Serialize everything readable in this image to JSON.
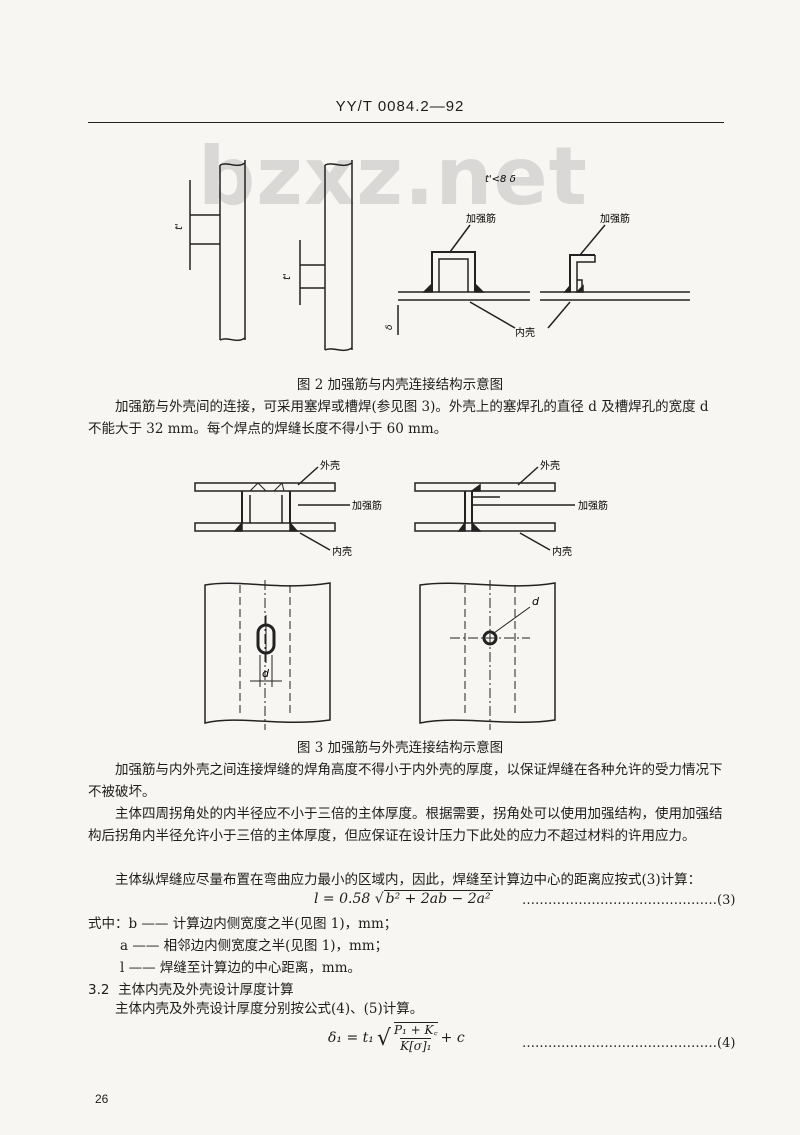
{
  "header": {
    "code": "YY/T 0084.2—92"
  },
  "watermark": {
    "text": "bzxz.net"
  },
  "figure2": {
    "label_t_prime_a": "t'",
    "label_t_prime_b": "t'",
    "label_condition": "t'<8 δ",
    "label_delta": "δ",
    "label_rib_1": "加强筋",
    "label_rib_2": "加强筋",
    "label_inner_shell": "内壳",
    "caption": "图 2  加强筋与内壳连接结构示意图"
  },
  "para1": "加强筋与外壳间的连接，可采用塞焊或槽焊(参见图 3)。外壳上的塞焊孔的直径 d 及槽焊孔的宽度 d 不能大于 32 mm。每个焊点的焊缝长度不得小于 60 mm。",
  "figure3": {
    "label_outer_1": "外壳",
    "label_outer_2": "外壳",
    "label_rib_1": "加强筋",
    "label_rib_2": "加强筋",
    "label_inner_1": "内壳",
    "label_inner_2": "内壳",
    "label_d_1": "d",
    "label_d_2": "d",
    "caption": "图 3  加强筋与外壳连接结构示意图"
  },
  "para2": "加强筋与内外壳之间连接焊缝的焊角高度不得小于内外壳的厚度，以保证焊缝在各种允许的受力情况下不被破坏。",
  "para3": "主体四周拐角处的内半径应不小于三倍的主体厚度。根据需要，拐角处可以使用加强结构，使用加强结构后拐角内半径允许小于三倍的主体厚度，但应保证在设计压力下此处的应力不超过材料的许用应力。",
  "para4": "主体纵焊缝应尽量布置在弯曲应力最小的区域内，因此，焊缝至计算边中心的距离应按式(3)计算：",
  "formula3": {
    "lhs": "l = 0.58",
    "radicand": "b² + 2ab − 2a²",
    "number": "………………………………………(3)"
  },
  "where": {
    "intro": "式中：",
    "b_def": "b —— 计算边内侧宽度之半(见图 1)，mm；",
    "a_def": "a —— 相邻边内侧宽度之半(见图 1)，mm；",
    "l_def": "l —— 焊缝至计算边的中心距离，mm。"
  },
  "section32": {
    "number": "3.2",
    "title": "主体内壳及外壳设计厚度计算"
  },
  "para5": "主体内壳及外壳设计厚度分别按公式(4)、(5)计算。",
  "formula4": {
    "lhs": "δ₁ = t₁",
    "numerator": "P₁ + K꜀",
    "denominator": "K[σ]₁",
    "tail": "+ c",
    "number": "………………………………………(4)"
  },
  "page_number": "26"
}
